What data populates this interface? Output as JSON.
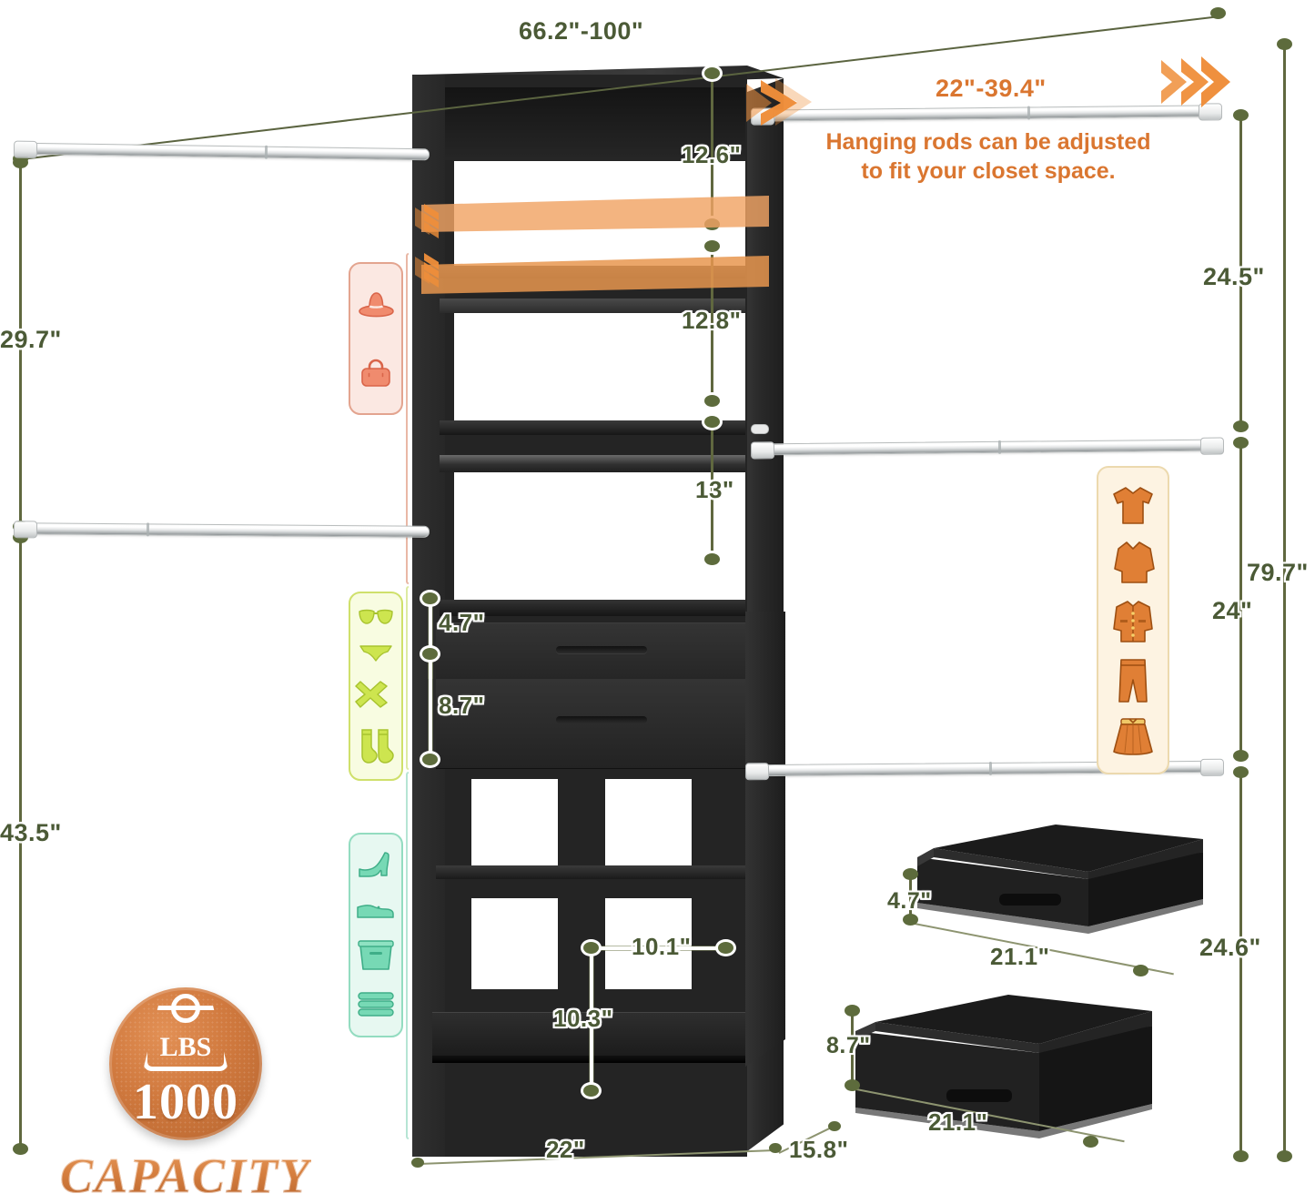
{
  "product": {
    "type": "closet-organizer-dimension-diagram",
    "title_visible": false
  },
  "colors": {
    "dimension_green": "#4b5a36",
    "line_green": "#60683f",
    "accent_orange": "#da7630",
    "cabinet_black": "#232323",
    "badge_pink_bg": "#fbe8e2",
    "badge_pink_stroke": "#e6a08b",
    "badge_lime_bg": "#f7fbe0",
    "badge_lime_stroke": "#cbdc6a",
    "badge_mint_bg": "#e6f7f0",
    "badge_mint_stroke": "#8fd9bd",
    "seal_copper": "#d0793e"
  },
  "dimensions": {
    "overall_width_range": "66.2\"-100\"",
    "rod_extend_range": "22\"-39.4\"",
    "left_upper_gap": "29.7\"",
    "left_lower_gap": "43.5\"",
    "right_top_section": "24.5\"",
    "right_total_height": "79.7\"",
    "right_mid_section": "24\"",
    "right_bottom_section": "24.6\"",
    "shelf_gap_top": "12.6\"",
    "shelf_gap_mid": "12.8\"",
    "shelf_gap_low": "13\"",
    "drawer_small_height": "4.7\"",
    "drawer_large_height": "8.7\"",
    "cubby_width": "10.1\"",
    "cubby_height": "10.3\"",
    "base_width": "22\"",
    "base_depth": "15.8\"",
    "drawer_small_height_detail": "4.7\"",
    "drawer_small_width_detail": "21.1\"",
    "drawer_large_height_detail": "8.7\"",
    "drawer_large_width_detail": "21.1\""
  },
  "callout": {
    "line1": "Hanging rods can be adjusted",
    "line2": "to fit your closet space."
  },
  "capacity": {
    "unit": "LBS",
    "value": "1000",
    "word": "CAPACITY"
  },
  "badges": [
    {
      "id": "hats-bags",
      "theme": "pink",
      "icons": [
        "sun-hat-icon",
        "handbag-icon"
      ]
    },
    {
      "id": "intimates",
      "theme": "lime",
      "icons": [
        "bra-icon",
        "briefs-icon",
        "scarf-icon",
        "socks-icon"
      ]
    },
    {
      "id": "shoes-storage",
      "theme": "mint",
      "icons": [
        "high-heel-icon",
        "dress-shoe-icon",
        "storage-bin-icon",
        "folded-towels-icon"
      ]
    },
    {
      "id": "hanging-clothes",
      "theme": "cream",
      "icons": [
        "t-shirt-icon",
        "blouse-icon",
        "jacket-icon",
        "pants-icon",
        "skirt-icon"
      ]
    }
  ]
}
